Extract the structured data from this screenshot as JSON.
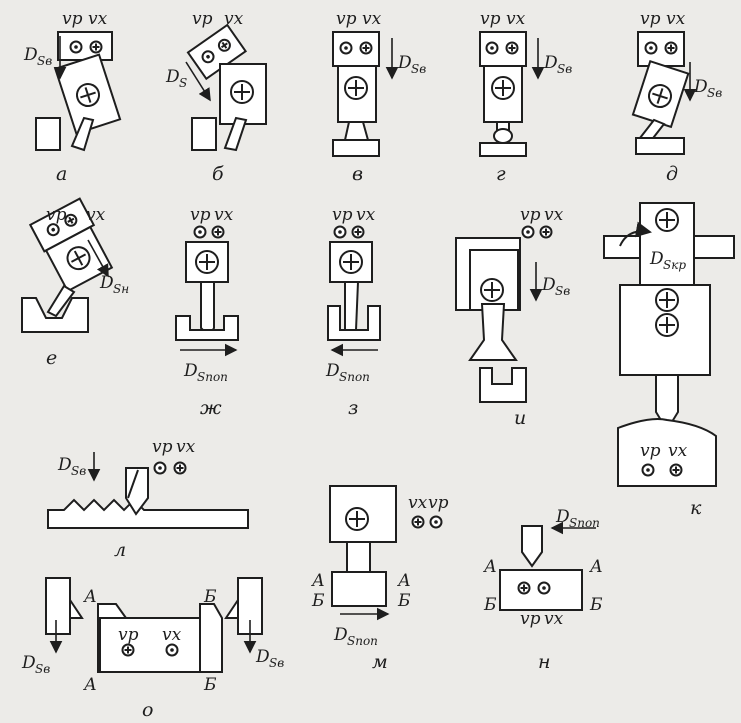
{
  "symbols": {
    "vp": "vр",
    "vx": "vх",
    "Ds": "D",
    "sv": "Sв",
    "s": "S",
    "sn": "Sн",
    "spop": "Sпоп",
    "skr": "Sкр",
    "A": "А",
    "B": "Б"
  },
  "captions": {
    "a": "а",
    "b": "б",
    "v": "в",
    "g": "г",
    "d": "д",
    "e": "е",
    "zh": "ж",
    "z": "з",
    "i": "и",
    "k": "к",
    "l": "л",
    "m": "м",
    "n": "н",
    "o": "о"
  }
}
